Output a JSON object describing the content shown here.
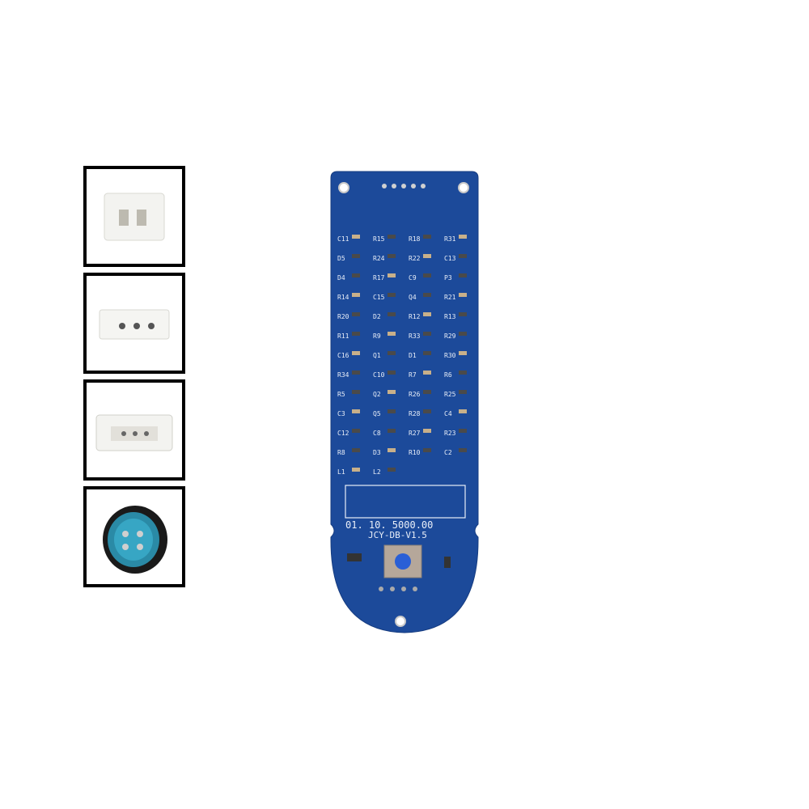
{
  "thumbnails": [
    {
      "icon": "2-pin-white-connector"
    },
    {
      "icon": "3-pin-white-connector"
    },
    {
      "icon": "3-pin-white-connector-wide"
    },
    {
      "icon": "round-waterproof-connector"
    }
  ],
  "pcb": {
    "display_readout": "01.  10.  5000.00",
    "model_label": "JCY-DB-V1.5",
    "designators": [
      "C11",
      "R15",
      "R18",
      "R31",
      "D5",
      "R24",
      "R22",
      "C13",
      "D4",
      "R17",
      "C9",
      "P3",
      "R14",
      "C15",
      "Q4",
      "R21",
      "R20",
      "D2",
      "R12",
      "R13",
      "R11",
      "R9",
      "R33",
      "R29",
      "C16",
      "Q1",
      "D1",
      "R30",
      "R34",
      "C10",
      "R7",
      "R6",
      "R5",
      "Q2",
      "R26",
      "R25",
      "C3",
      "Q5",
      "R28",
      "C4",
      "C12",
      "C8",
      "R27",
      "R23",
      "R8",
      "D3",
      "R10",
      "C2",
      "L1",
      "L2"
    ],
    "colors": {
      "board": "#1c4a9a",
      "silkscreen": "#e8eef8",
      "button": "#2a5fd6"
    }
  }
}
